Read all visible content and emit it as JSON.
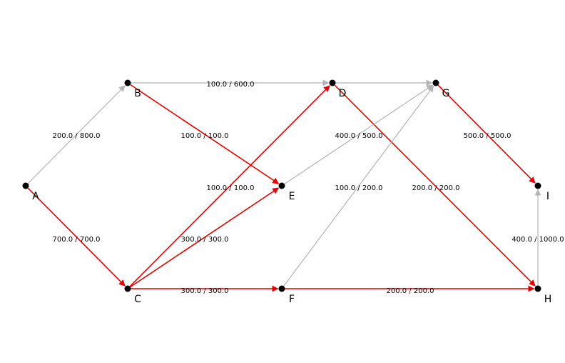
{
  "colors": {
    "saturated": "#e00000",
    "unsaturated": "#b4b4b4",
    "node": "#000000",
    "background": "#ffffff"
  },
  "nodes": [
    {
      "id": "A",
      "label": "A"
    },
    {
      "id": "B",
      "label": "B"
    },
    {
      "id": "C",
      "label": "C"
    },
    {
      "id": "D",
      "label": "D"
    },
    {
      "id": "E",
      "label": "E"
    },
    {
      "id": "F",
      "label": "F"
    },
    {
      "id": "G",
      "label": "G"
    },
    {
      "id": "H",
      "label": "H"
    },
    {
      "id": "I",
      "label": "I"
    }
  ],
  "edges": [
    {
      "from": "A",
      "to": "B",
      "flow": "200.0",
      "capacity": "800.0",
      "label": "200.0 / 800.0",
      "saturated": false
    },
    {
      "from": "A",
      "to": "C",
      "flow": "700.0",
      "capacity": "700.0",
      "label": "700.0 / 700.0",
      "saturated": true
    },
    {
      "from": "B",
      "to": "D",
      "flow": "100.0",
      "capacity": "600.0",
      "label": "100.0 / 600.0",
      "saturated": false
    },
    {
      "from": "B",
      "to": "E",
      "flow": "100.0",
      "capacity": "100.0",
      "label": "100.0 / 100.0",
      "saturated": true
    },
    {
      "from": "C",
      "to": "D",
      "flow": "100.0",
      "capacity": "100.0",
      "label": "100.0 / 100.0",
      "saturated": true
    },
    {
      "from": "C",
      "to": "E",
      "flow": "300.0",
      "capacity": "300.0",
      "label": "300.0 / 300.0",
      "saturated": true
    },
    {
      "from": "C",
      "to": "F",
      "flow": "300.0",
      "capacity": "300.0",
      "label": "300.0 / 300.0",
      "saturated": true
    },
    {
      "from": "D",
      "to": "G",
      "flow": "",
      "capacity": "",
      "label": "",
      "saturated": false
    },
    {
      "from": "D",
      "to": "H",
      "flow": "200.0",
      "capacity": "200.0",
      "label": "200.0 / 200.0",
      "saturated": true
    },
    {
      "from": "E",
      "to": "G",
      "flow": "400.0",
      "capacity": "500.0",
      "label": "400.0 / 500.0",
      "saturated": false
    },
    {
      "from": "F",
      "to": "G",
      "flow": "100.0",
      "capacity": "200.0",
      "label": "100.0 / 200.0",
      "saturated": false
    },
    {
      "from": "F",
      "to": "H",
      "flow": "200.0",
      "capacity": "200.0",
      "label": "200.0 / 200.0",
      "saturated": true
    },
    {
      "from": "G",
      "to": "I",
      "flow": "500.0",
      "capacity": "500.0",
      "label": "500.0 / 500.0",
      "saturated": true
    },
    {
      "from": "H",
      "to": "I",
      "flow": "400.0",
      "capacity": "1000.0",
      "label": "400.0 / 1000.0",
      "saturated": false
    }
  ]
}
